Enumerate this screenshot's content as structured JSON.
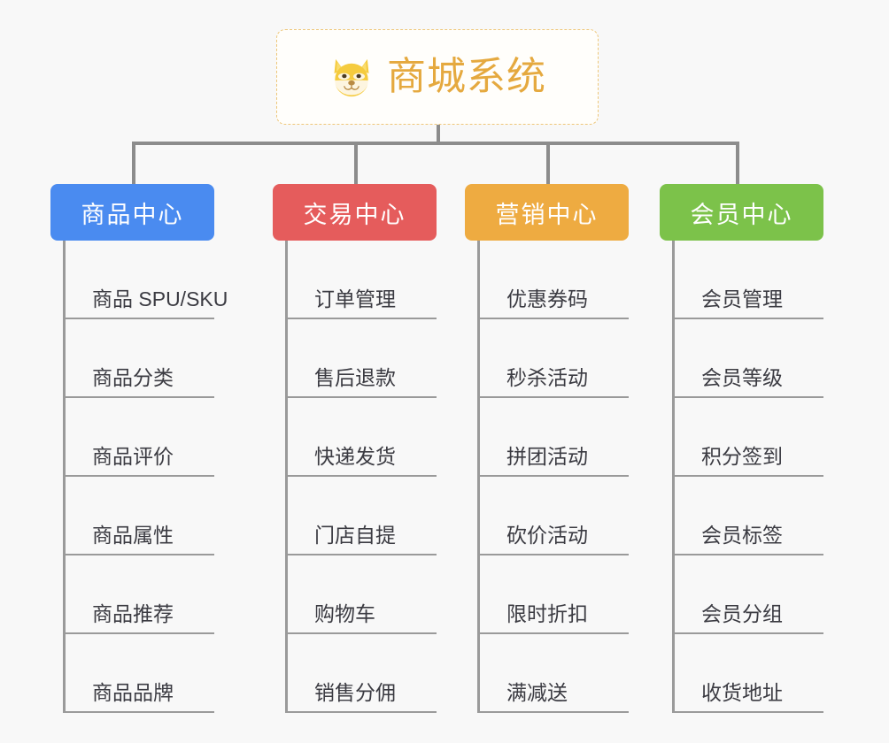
{
  "canvas": {
    "background": "#f8f8f8",
    "line_color": "#9a9a9a"
  },
  "root": {
    "icon": "shiba-dog-face-emoji",
    "title": "商城系统",
    "title_color": "#e5a93f",
    "border_color": "#eec77a",
    "background": "#fffefb"
  },
  "columns": [
    {
      "id": "product-center",
      "label": "商品中心",
      "color": "#4a8bf0",
      "items": [
        "商品 SPU/SKU",
        "商品分类",
        "商品评价",
        "商品属性",
        "商品推荐",
        "商品品牌"
      ]
    },
    {
      "id": "trade-center",
      "label": "交易中心",
      "color": "#e55c5c",
      "items": [
        "订单管理",
        "售后退款",
        "快递发货",
        "门店自提",
        "购物车",
        "销售分佣"
      ]
    },
    {
      "id": "marketing-center",
      "label": "营销中心",
      "color": "#eeab41",
      "items": [
        "优惠券码",
        "秒杀活动",
        "拼团活动",
        "砍价活动",
        "限时折扣",
        "满减送"
      ]
    },
    {
      "id": "member-center",
      "label": "会员中心",
      "color": "#7cc24a",
      "items": [
        "会员管理",
        "会员等级",
        "积分签到",
        "会员标签",
        "会员分组",
        "收货地址"
      ]
    }
  ]
}
